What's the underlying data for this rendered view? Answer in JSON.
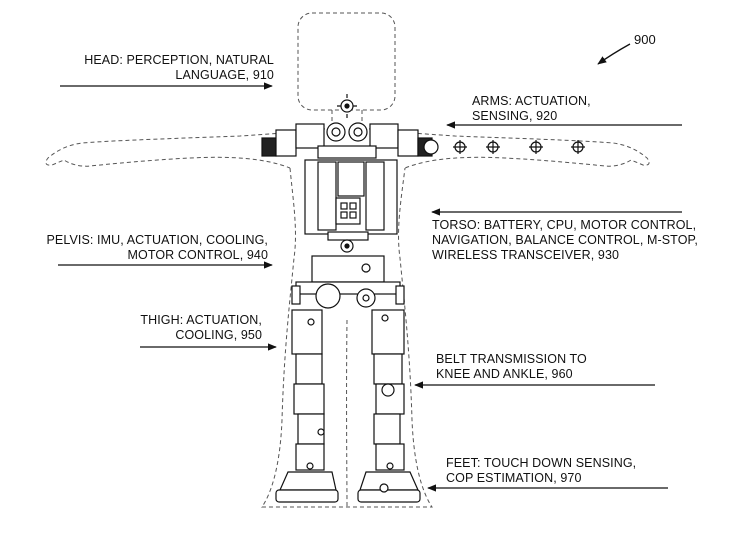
{
  "figure_number": "900",
  "labels": {
    "head": [
      "HEAD: PERCEPTION, NATURAL",
      "LANGUAGE, 910"
    ],
    "arms": [
      "ARMS: ACTUATION,",
      "SENSING, 920"
    ],
    "torso": [
      "TORSO: BATTERY, CPU, MOTOR CONTROL,",
      "NAVIGATION, BALANCE CONTROL, M-STOP,",
      "WIRELESS TRANSCEIVER, 930"
    ],
    "pelvis": [
      "PELVIS: IMU, ACTUATION, COOLING,",
      "MOTOR CONTROL, 940"
    ],
    "thigh": [
      "THIGH: ACTUATION,",
      "COOLING, 950"
    ],
    "belt": [
      "BELT TRANSMISSION TO",
      "KNEE AND ANKLE, 960"
    ],
    "feet": [
      "FEET: TOUCH DOWN SENSING,",
      "COP ESTIMATION, 970"
    ]
  }
}
